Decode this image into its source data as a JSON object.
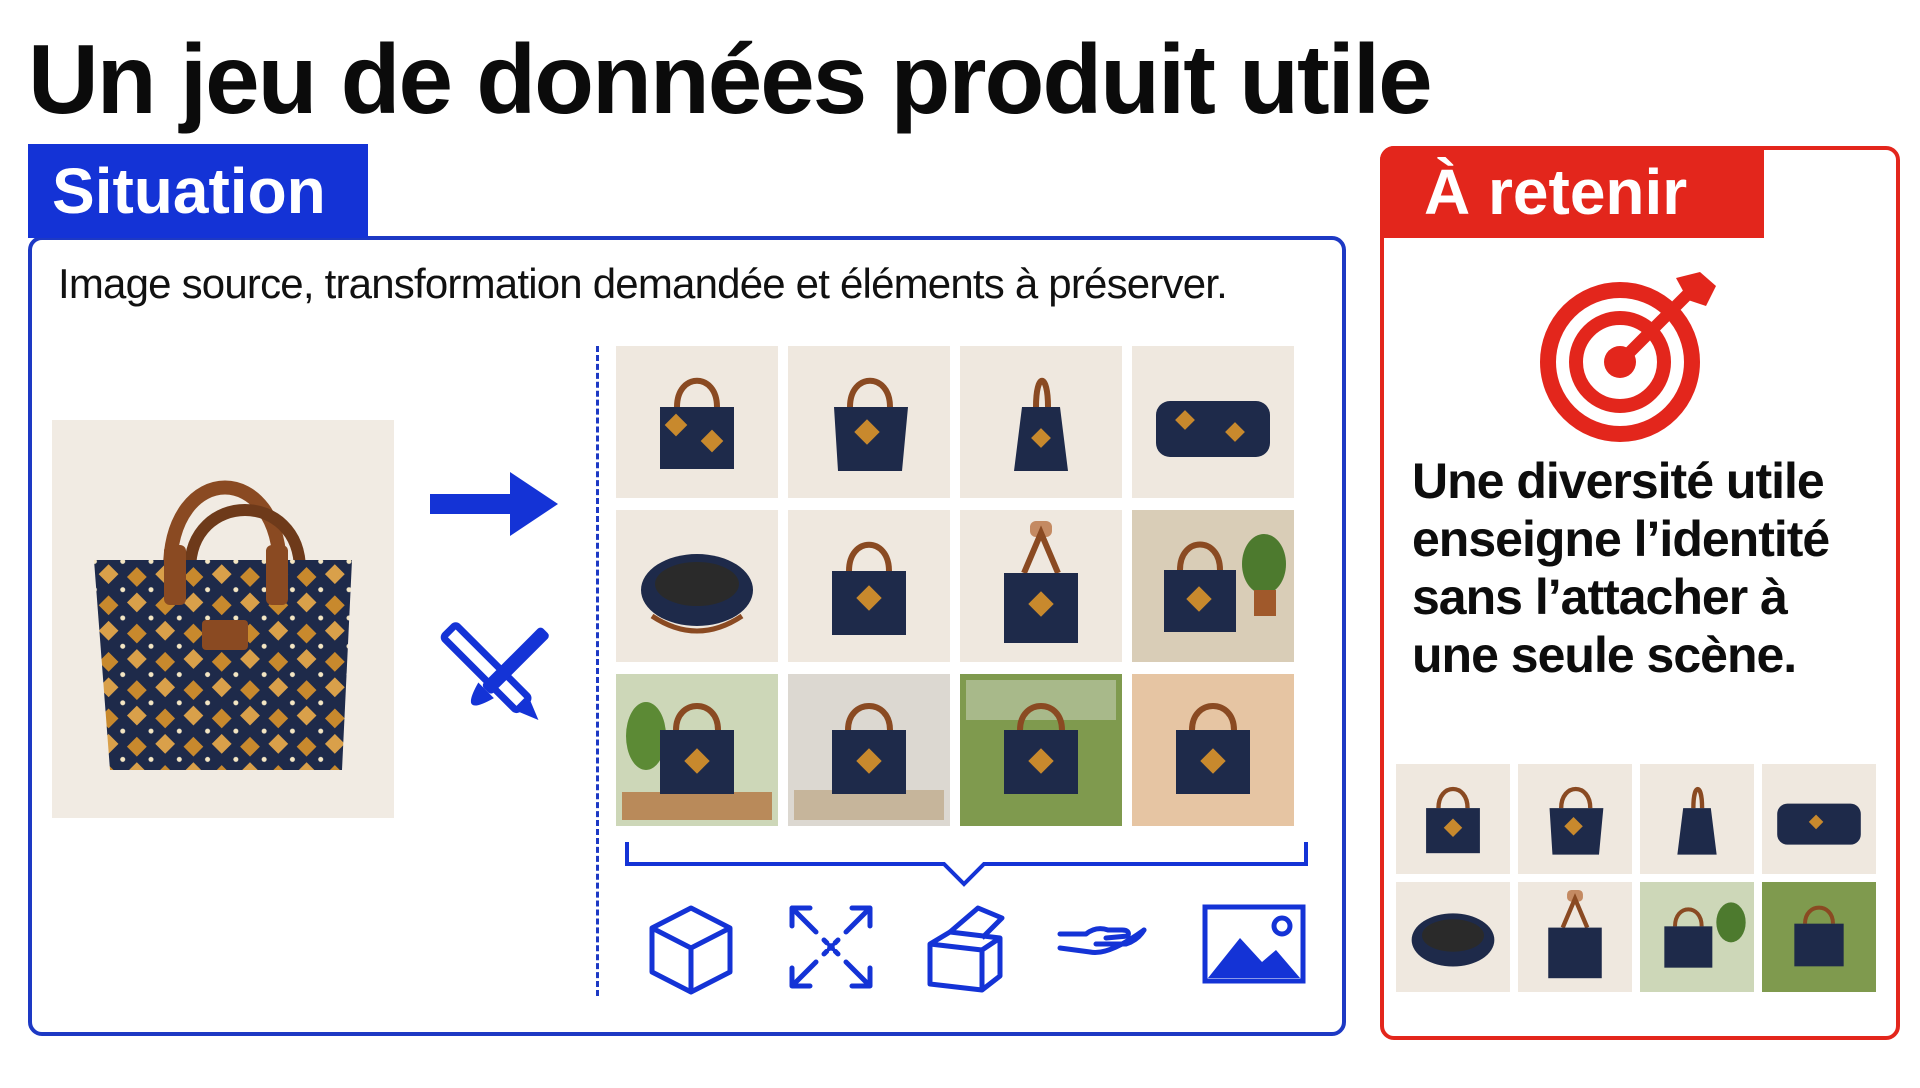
{
  "title": "Un jeu de données produit utile",
  "situation": {
    "tab_label": "Situation",
    "description": "Image source, transformation demandée et éléments à préserver.",
    "source_image": "product-photo",
    "transform_icons": [
      "arrow-right-icon",
      "pencil-brush-icon"
    ],
    "variation_images": [
      "bag-front",
      "bag-three-quarter",
      "bag-side",
      "bag-bottom",
      "bag-open-interior",
      "bag-front-alt",
      "bag-held-by-hand",
      "bag-outdoor-plants",
      "bag-on-table-plants",
      "bag-gray-wall",
      "bag-on-grass",
      "bag-warm-light"
    ],
    "preserve_icons": [
      "cube-icon",
      "expand-arrows-icon",
      "open-box-icon",
      "hand-icon",
      "image-landscape-icon"
    ]
  },
  "retenir": {
    "tab_label": "À retenir",
    "icon": "target-arrow-icon",
    "text": "Une diversité utile enseigne l’identité sans l’attacher à une seule scène.",
    "thumbnails": [
      "bag-front",
      "bag-three-quarter",
      "bag-side",
      "bag-bottom",
      "bag-open-interior",
      "bag-held-by-hand",
      "bag-outdoor-plants",
      "bag-on-grass"
    ]
  },
  "colors": {
    "situation_blue": "#1433d6",
    "retenir_red": "#e3261c",
    "bag_navy": "#1e2a4a",
    "bag_ochre": "#c8892d",
    "leather_brown": "#8a4a22"
  }
}
